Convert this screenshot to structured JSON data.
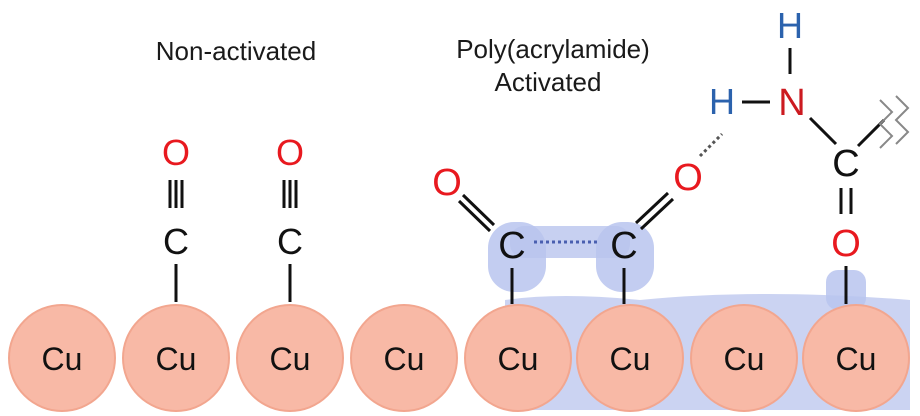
{
  "labels": {
    "non_activated": "Non-activated",
    "activated_line1": "Poly(acrylamide)",
    "activated_line2": "Activated"
  },
  "atoms": {
    "cu": "Cu",
    "o": "O",
    "c": "C",
    "n": "N",
    "h": "H",
    "bond_triple": "≡",
    "bond_double": "="
  },
  "colors": {
    "cu_fill": "#f8b9a6",
    "cu_stroke": "#f2a68f",
    "highlight": "#b9c4ee",
    "oxygen": "#e8191f",
    "nitrogen": "#cc1a20",
    "hydrogen": "#2b62ad",
    "carbon": "#111111"
  }
}
